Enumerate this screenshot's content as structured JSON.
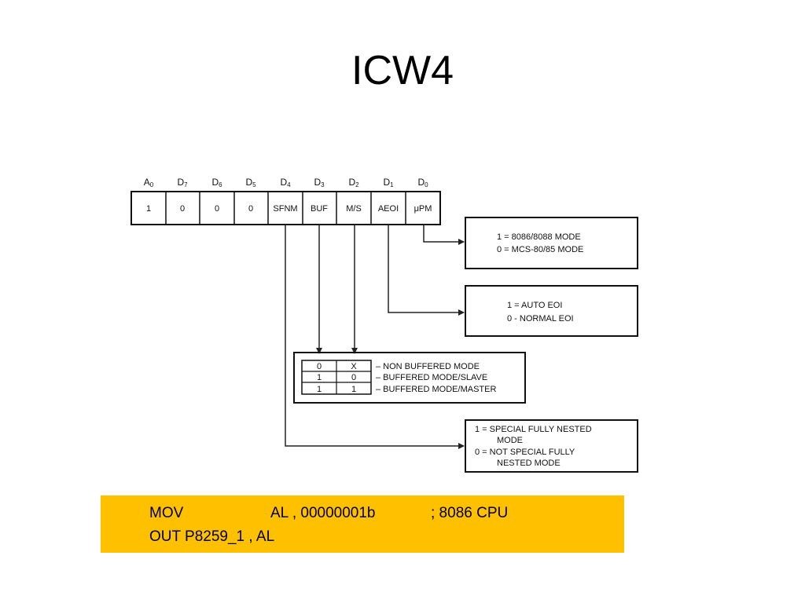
{
  "slide": {
    "title": "ICW4"
  },
  "register": {
    "headers": [
      "A0",
      "D7",
      "D6",
      "D5",
      "D4",
      "D3",
      "D2",
      "D1",
      "D0"
    ],
    "cells": [
      "1",
      "0",
      "0",
      "0",
      "SFNM",
      "BUF",
      "M/S",
      "AEOI",
      "μPM"
    ]
  },
  "upm_box": {
    "line1": "1 = 8086/8088 MODE",
    "line2": "0 = MCS-80/85 MODE"
  },
  "aeoi_box": {
    "line1": "1 = AUTO EOI",
    "line2": "0 - NORMAL EOI"
  },
  "buf_table": {
    "rows": [
      {
        "buf": "0",
        "ms": "X",
        "desc": "– NON BUFFERED MODE"
      },
      {
        "buf": "1",
        "ms": "0",
        "desc": "– BUFFERED MODE/SLAVE"
      },
      {
        "buf": "1",
        "ms": "1",
        "desc": "– BUFFERED MODE/MASTER"
      }
    ]
  },
  "sfnm_box": {
    "line1": "1 = SPECIAL FULLY NESTED",
    "line2": "MODE",
    "line3": "0 = NOT SPECIAL FULLY",
    "line4": "NESTED MODE"
  },
  "code": {
    "line1_op": "MOV",
    "line1_args": "AL , 00000001b",
    "line1_comment": "; 8086 CPU",
    "line2": "OUT P8259_1 , AL"
  },
  "colors": {
    "code_bg": "#ffc000"
  }
}
